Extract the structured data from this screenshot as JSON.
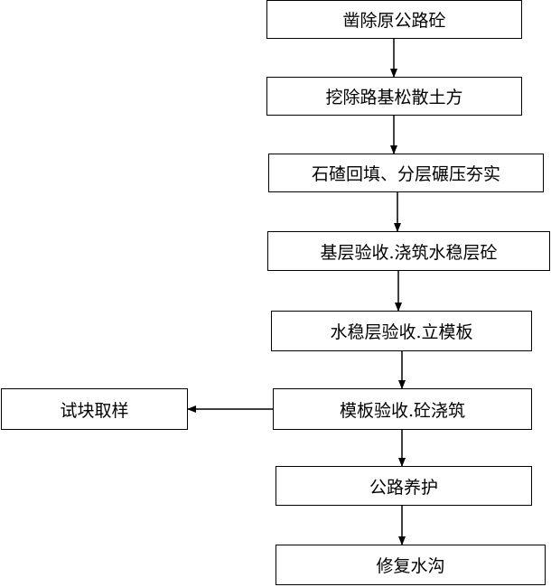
{
  "flowchart": {
    "steps": [
      {
        "id": "s1",
        "label": "凿除原公路砼"
      },
      {
        "id": "s2",
        "label": "挖除路基松散土方"
      },
      {
        "id": "s3",
        "label": "石碴回填、分层碾压夯实"
      },
      {
        "id": "s4",
        "label": "基层验收.浇筑水稳层砼"
      },
      {
        "id": "s5",
        "label": "水稳层验收.立模板"
      },
      {
        "id": "s6",
        "label": "模板验收.砼浇筑"
      },
      {
        "id": "s7",
        "label": "公路养护"
      },
      {
        "id": "s8",
        "label": "修复水沟"
      }
    ],
    "side_step": {
      "id": "side",
      "label": "试块取样"
    },
    "edges": [
      {
        "from": "s1",
        "to": "s2"
      },
      {
        "from": "s2",
        "to": "s3"
      },
      {
        "from": "s3",
        "to": "s4"
      },
      {
        "from": "s4",
        "to": "s5"
      },
      {
        "from": "s5",
        "to": "s6"
      },
      {
        "from": "s6",
        "to": "s7"
      },
      {
        "from": "s7",
        "to": "s8"
      },
      {
        "from": "s6",
        "to": "side"
      }
    ]
  }
}
